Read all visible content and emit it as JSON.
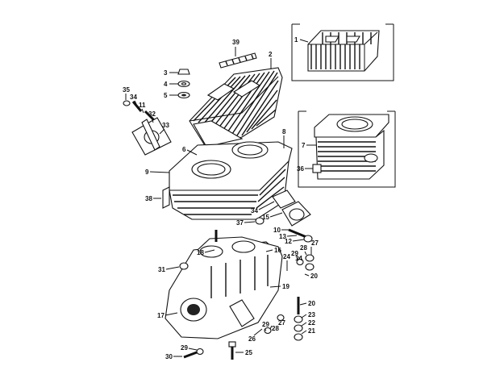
{
  "diagram": {
    "callouts": [
      {
        "id": "c1",
        "text": "1"
      },
      {
        "id": "c2",
        "text": "2"
      },
      {
        "id": "c3",
        "text": "3"
      },
      {
        "id": "c4",
        "text": "4"
      },
      {
        "id": "c5",
        "text": "5"
      },
      {
        "id": "c6",
        "text": "6"
      },
      {
        "id": "c7",
        "text": "7"
      },
      {
        "id": "c8",
        "text": "8"
      },
      {
        "id": "c9",
        "text": "9"
      },
      {
        "id": "c10",
        "text": "10"
      },
      {
        "id": "c11",
        "text": "11"
      },
      {
        "id": "c12",
        "text": "12"
      },
      {
        "id": "c13",
        "text": "13"
      },
      {
        "id": "c14",
        "text": "14"
      },
      {
        "id": "c15",
        "text": "15"
      },
      {
        "id": "c16",
        "text": "16"
      },
      {
        "id": "c17",
        "text": "17"
      },
      {
        "id": "c18",
        "text": "18"
      },
      {
        "id": "c19",
        "text": "19"
      },
      {
        "id": "c20a",
        "text": "20"
      },
      {
        "id": "c20b",
        "text": "20"
      },
      {
        "id": "c21",
        "text": "21"
      },
      {
        "id": "c22",
        "text": "22"
      },
      {
        "id": "c23",
        "text": "23"
      },
      {
        "id": "c24",
        "text": "24"
      },
      {
        "id": "c25",
        "text": "25"
      },
      {
        "id": "c26",
        "text": "26"
      },
      {
        "id": "c27a",
        "text": "27"
      },
      {
        "id": "c27b",
        "text": "27"
      },
      {
        "id": "c28a",
        "text": "28"
      },
      {
        "id": "c28b",
        "text": "28"
      },
      {
        "id": "c29a",
        "text": "29"
      },
      {
        "id": "c29b",
        "text": "29"
      },
      {
        "id": "c29c",
        "text": "29"
      },
      {
        "id": "c30",
        "text": "30"
      },
      {
        "id": "c31",
        "text": "31"
      },
      {
        "id": "c32",
        "text": "32"
      },
      {
        "id": "c33",
        "text": "33"
      },
      {
        "id": "c34a",
        "text": "34"
      },
      {
        "id": "c34b",
        "text": "34"
      },
      {
        "id": "c35",
        "text": "35"
      },
      {
        "id": "c36",
        "text": "36"
      },
      {
        "id": "c37",
        "text": "37"
      },
      {
        "id": "c38",
        "text": "38"
      },
      {
        "id": "c39",
        "text": "39"
      }
    ]
  }
}
